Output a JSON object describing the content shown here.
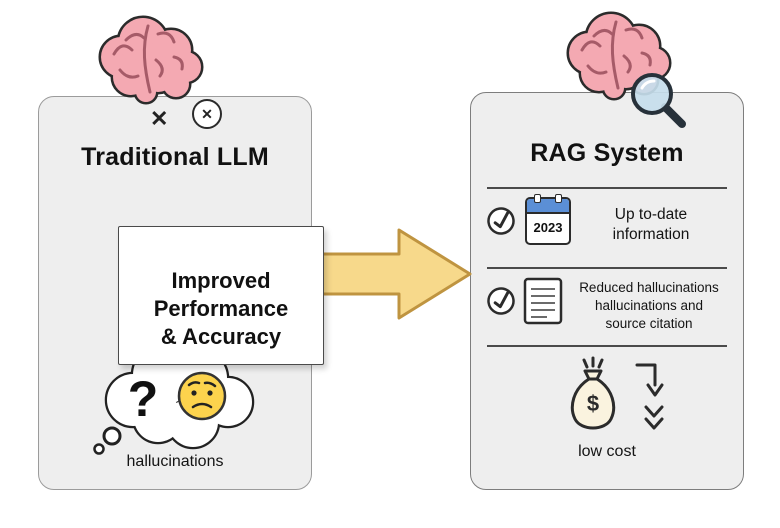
{
  "colors": {
    "panel_bg": "#eeeeee",
    "panel_border": "#9b9b9b",
    "outline_dark": "#2b2b2b",
    "brain_pink": "#f4a9b2",
    "brain_line": "#a65b68",
    "arrow_fill": "#f7d98b",
    "arrow_stroke": "#bf9440",
    "face_yellow": "#fcd34d",
    "calendar_blue": "#5b8fd6",
    "lens_blue": "#c6ddeb",
    "bag_cream": "#faf3df"
  },
  "left_panel": {
    "title": "Traditional LLM",
    "x_mark": "✕",
    "x_circle_mark": "✕",
    "question_mark": "?",
    "caption": "hallucinations"
  },
  "center": {
    "arrow_label": "Improved\nPerformance\n& Accuracy"
  },
  "right_panel": {
    "title": "RAG System",
    "features": [
      {
        "icon": "calendar-icon",
        "year": "2023",
        "text": "Up to-date\ninformation"
      },
      {
        "icon": "document-icon",
        "text": "Reduced hallucinations\nhallucinations and\nsource citation"
      },
      {
        "icon": "money-bag-icon",
        "currency": "$",
        "text": "low cost"
      }
    ]
  }
}
